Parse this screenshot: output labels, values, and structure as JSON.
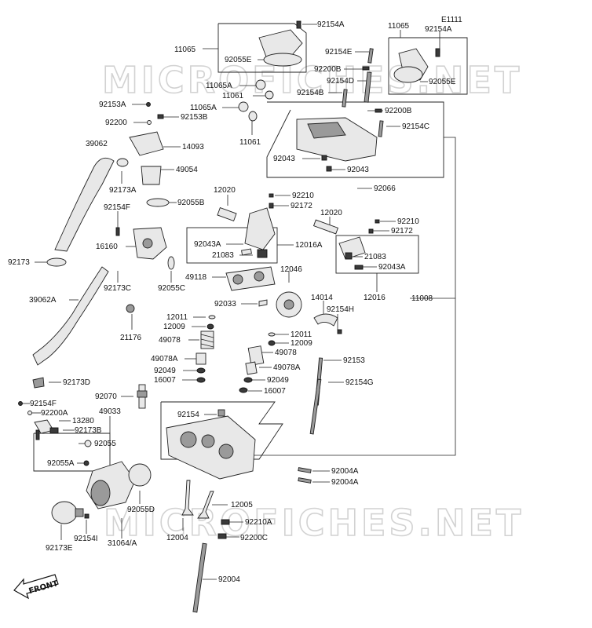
{
  "watermark": "MICROFICHES.NET",
  "front_label": "FRONT",
  "labels": {
    "l_11065_a": "11065",
    "l_92154A_a": "92154A",
    "l_92055E_a": "92055E",
    "l_11065_b": "11065",
    "l_E1111": "E1111",
    "l_92154A_b": "92154A",
    "l_92154E": "92154E",
    "l_92200B_a": "92200B",
    "l_92154D": "92154D",
    "l_92055E_b": "92055E",
    "l_11065A_a": "11065A",
    "l_11061_a": "11061",
    "l_92154B": "92154B",
    "l_92153A": "92153A",
    "l_11065A_b": "11065A",
    "l_92200B_b": "92200B",
    "l_92200": "92200",
    "l_92153B": "92153B",
    "l_11061_b": "11061",
    "l_92154C": "92154C",
    "l_39062": "39062",
    "l_14093": "14093",
    "l_49054": "49054",
    "l_92043_a": "92043",
    "l_92043_b": "92043",
    "l_92173A": "92173A",
    "l_92066": "92066",
    "l_12020_a": "12020",
    "l_92210_a": "92210",
    "l_92055B": "92055B",
    "l_92172_a": "92172",
    "l_92154F_a": "92154F",
    "l_12020_b": "12020",
    "l_92210_b": "92210",
    "l_92172_b": "92172",
    "l_92043A_a": "92043A",
    "l_12016A": "12016A",
    "l_16160": "16160",
    "l_21083_a": "21083",
    "l_21083_b": "21083",
    "l_92173_a": "92173",
    "l_92043A_b": "92043A",
    "l_12046": "12046",
    "l_49118": "49118",
    "l_92173C": "92173C",
    "l_92055C": "92055C",
    "l_12016": "12016",
    "l_39062A": "39062A",
    "l_14014": "14014",
    "l_11008": "11008",
    "l_92033": "92033",
    "l_92154H": "92154H",
    "l_12011_a": "12011",
    "l_12009_a": "12009",
    "l_49078_a": "49078",
    "l_12011_b": "12011",
    "l_21176": "21176",
    "l_12009_b": "12009",
    "l_49078_b": "49078",
    "l_49078A_a": "49078A",
    "l_92153": "92153",
    "l_49078A_b": "49078A",
    "l_92049_a": "92049",
    "l_92049_b": "92049",
    "l_16007_a": "16007",
    "l_16007_b": "16007",
    "l_92173D": "92173D",
    "l_92154G": "92154G",
    "l_92070": "92070",
    "l_92154F_b": "92154F",
    "l_92200A": "92200A",
    "l_49033": "49033",
    "l_92154": "92154",
    "l_13280": "13280",
    "l_92173B": "92173B",
    "l_92055": "92055",
    "l_92055A": "92055A",
    "l_92004A_a": "92004A",
    "l_92004A_b": "92004A",
    "l_92055D": "92055D",
    "l_12005": "12005",
    "l_92210A": "92210A",
    "l_92154I": "92154I",
    "l_12004": "12004",
    "l_92200C": "92200C",
    "l_92173E": "92173E",
    "l_31064A": "31064/A",
    "l_92004": "92004"
  }
}
